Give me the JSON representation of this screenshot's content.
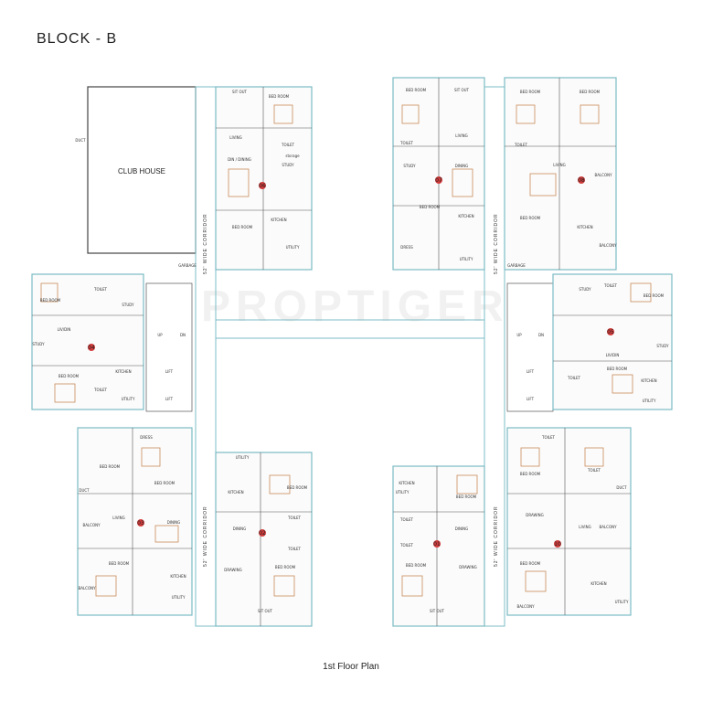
{
  "title": "BLOCK - B",
  "caption": "1st Floor Plan",
  "watermark": "PROPTIGER",
  "club_house": "CLUB HOUSE",
  "corridor_label": "52' WIDE CORRIDOR",
  "lobby": {
    "up": "UP",
    "dn": "DN"
  },
  "unit_markers": [
    "06",
    "07",
    "08",
    "04",
    "05",
    "03",
    "02",
    "01",
    "10"
  ],
  "room_labels": {
    "sit_out": "SIT OUT",
    "bed_room": "BED ROOM",
    "living": "LIVING",
    "dining": "DINING",
    "din_dining": "DIN / DINING",
    "toilet": "TOILET",
    "study": "STUDY",
    "kitchen": "KITCHEN",
    "utility": "UTILITY",
    "balcony": "BALCONY",
    "duct": "DUCT",
    "lift": "LIFT",
    "garbage": "GARBAGE",
    "drawing": "DRAWING",
    "dress": "DRESS",
    "storage": "storage",
    "livdin": "LIV/DIN"
  },
  "colors": {
    "wall": "#7bbcc4",
    "line": "#555555",
    "furniture": "#c98a5a",
    "marker": "#d23b3b"
  }
}
